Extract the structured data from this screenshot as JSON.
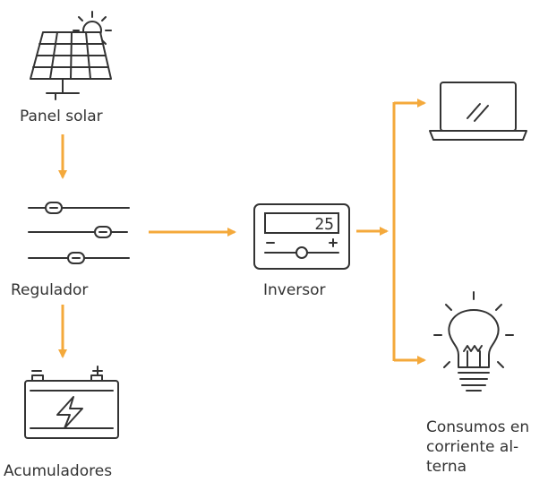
{
  "labels": {
    "panel": "Panel solar",
    "regulator": "Regulador",
    "inverter": "Inversor",
    "accumulators": "Acumuladores",
    "consumption": "Consumos en corriente al- terna"
  },
  "inverter_display": "25",
  "colors": {
    "arrow": "#f4a93b",
    "icon_stroke": "#333333",
    "text": "#333333"
  },
  "icons": {
    "panel": "solar-panel-icon",
    "regulator": "regulator-sliders-icon",
    "accumulators": "battery-icon",
    "inverter": "inverter-icon",
    "laptop": "laptop-icon",
    "bulb": "light-bulb-icon"
  }
}
